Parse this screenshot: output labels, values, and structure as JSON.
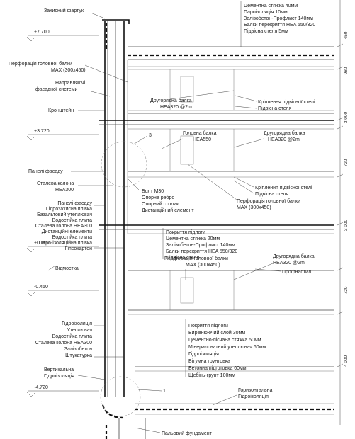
{
  "left_labels": {
    "parapet": "Захисний фартук",
    "perforation_max": "Перфорація головної балки MAX (300x450)",
    "facade_guide": "Направляючі фасадної системи",
    "bracket": "Кронштейн",
    "facade_panels": "Панелі фасаду",
    "steel_column": "Сталева колона HEA300",
    "blind_area": "Відмостка",
    "vertical_waterproofing": "Вертикальна Гідроізоляція",
    "foundation": "Пальовий фундамент"
  },
  "levels": {
    "top": "+7.700",
    "second": "+3.720",
    "zero": "+0.000",
    "ground": "-0.450",
    "bottom": "-4.720"
  },
  "wall_layers": [
    "Панелі фасаду",
    "Гідрозахисна плівка",
    "Базальтовий утеплювач",
    "Водостійка плита",
    "Сталева колона HEA300",
    "Дистанційні елементи",
    "Водостійка плита",
    "Паро-ізоляційна плівка",
    "Гіпсокартон"
  ],
  "basement_layers": [
    "Гідроізоляція",
    "Утеплювач",
    "Водостійка плита",
    "Сталева колона HEA300",
    "Залізобетон",
    "Штукатурка"
  ],
  "roof_layers": [
    "Цементна стяжка 40мм",
    "Пароізоляція 10мм",
    "Залізобетон-Профлист 140мм",
    "Балки перекриття  HEA 550/320",
    "Підвісна стеля 5мм"
  ],
  "floor_layers": [
    "Покриття підлоги",
    "Цементна стяжка 20мм",
    "Залізобетон-Профлист 140мм",
    "Балки перекриття  HEA 550/320",
    "Підвісна стеля"
  ],
  "ground_floor_layers": [
    "Покриття підлоги",
    "Вирівнюючий слой 30мм",
    "Цементно-пісчана стяжка 50мм",
    "Мінераловатний утеплювач 60мм",
    "Гідроізоляція",
    "Бітумна грунтовка",
    "Бетонна підготовка 60мм",
    "Щебінь-грунт 100мм"
  ],
  "joint_labels": [
    "Болт M30",
    "Опорне ребро",
    "Опорний столик",
    "Дистанційний елемент"
  ],
  "interior_labels": {
    "secondary_beam": "Другорядна балка HEA320 @2m",
    "suspended_mount": "Кріплення підвісної стелі",
    "suspended_ceiling": "Підвісна стеля",
    "main_beam": "Головна балка HEA550",
    "secondary_beam2": "Другорядна балка HEA320 @2m",
    "suspended_mount2": "Кріплення підвісної стелі",
    "suspended_ceiling2": "Підвісна стеля",
    "perforation": "Перфорація головної балки MAX (300x450)",
    "perforation2": "Перфорація головної балки MAX (300x450)",
    "secondary_beam3": "Другорядна балка HEA320 @2m",
    "profiled_sheet": "Профнастил",
    "horizontal_waterproofing": "Горизонтальна Гідроізоляція"
  },
  "callouts": {
    "c3": "3",
    "c1": "1"
  },
  "dimensions": [
    "450",
    "980",
    "3 000",
    "720",
    "3 000",
    "720",
    "4 000"
  ],
  "roof_partial": "Покриття підлоги"
}
